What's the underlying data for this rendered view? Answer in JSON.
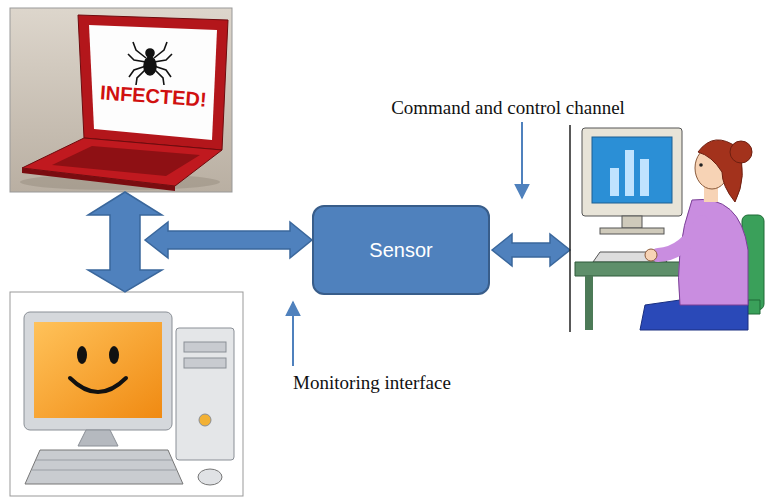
{
  "diagram": {
    "nodes": [
      {
        "text": [
          "Sensor"
        ]
      }
    ],
    "labels": [
      "INFECTED!",
      "Command and control channel",
      "Monitoring interface"
    ]
  }
}
